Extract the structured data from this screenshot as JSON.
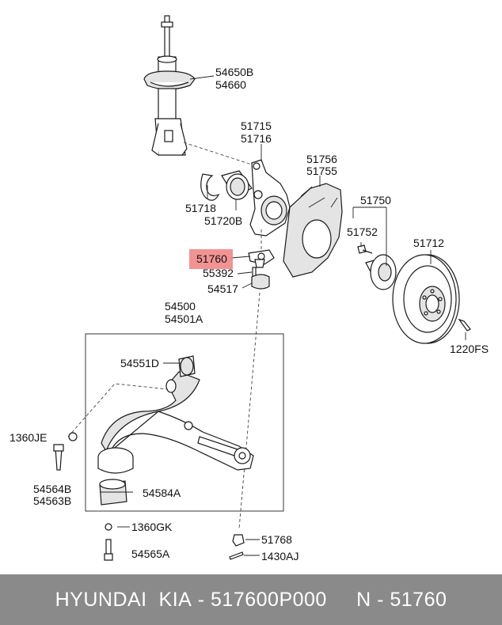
{
  "diagram": {
    "labels": {
      "strut_a": "54650B",
      "strut_b": "54660",
      "knuckle_a": "51715",
      "knuckle_b": "51716",
      "shield_a": "51756",
      "shield_b": "51755",
      "snap_ring": "51718",
      "bearing": "51720B",
      "hub_group": "51750",
      "hub_bolt": "51752",
      "disc": "51712",
      "ball_joint": "51760",
      "bolt_55392": "55392",
      "dust_cover": "54517",
      "arm_a": "54500",
      "arm_b": "54501A",
      "bushing_d": "54551D",
      "nut_1360je": "1360JE",
      "bolt_a": "54564B",
      "bolt_b": "54563B",
      "bushing_a": "54584A",
      "nut_1360gk": "1360GK",
      "bolt_54565a": "54565A",
      "nut_51768": "51768",
      "pin_1430aj": "1430AJ",
      "disc_screw": "1220FS"
    },
    "highlight_color": "#f08080"
  },
  "footer": {
    "brand": "HYUNDAI  KIA",
    "sep1": " - ",
    "part_number": "517600P000",
    "gap": "     ",
    "n_prefix": "N",
    "sep2": " - ",
    "n_value": "51760"
  },
  "colors": {
    "footer_bg": "#8a8a8a",
    "footer_text": "#ffffff"
  }
}
